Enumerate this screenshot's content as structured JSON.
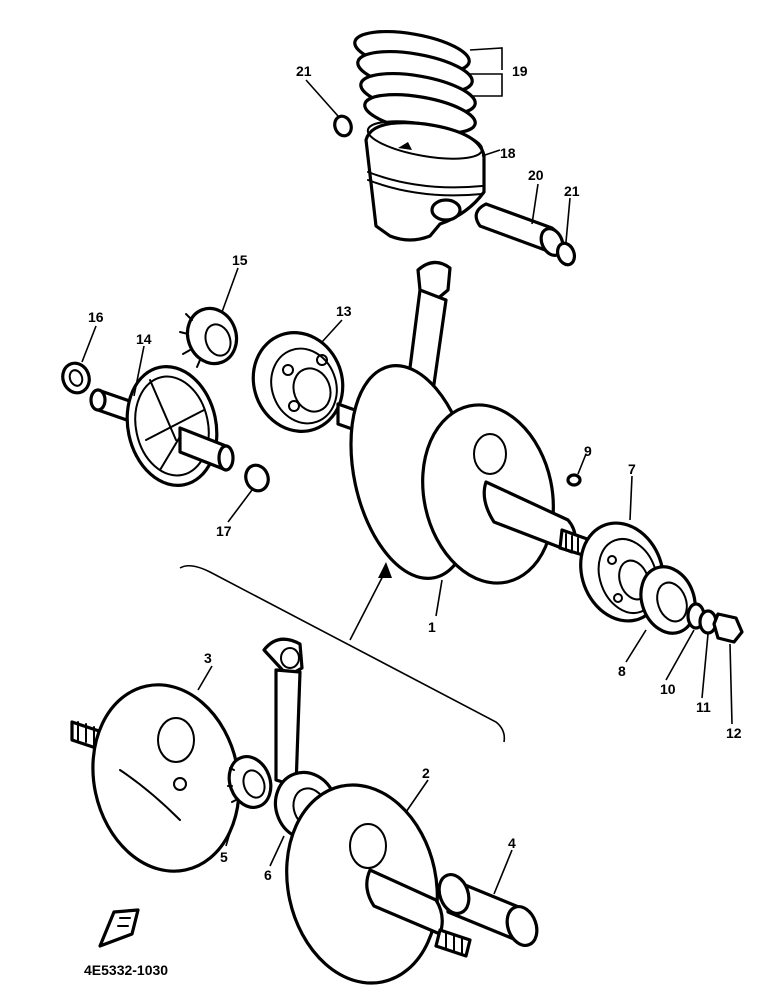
{
  "drawing_code": "4E5332-1030",
  "callouts": [
    {
      "id": "c1",
      "text": "1"
    },
    {
      "id": "c2",
      "text": "2"
    },
    {
      "id": "c3",
      "text": "3"
    },
    {
      "id": "c4",
      "text": "4"
    },
    {
      "id": "c5",
      "text": "5"
    },
    {
      "id": "c6",
      "text": "6"
    },
    {
      "id": "c7",
      "text": "7"
    },
    {
      "id": "c8",
      "text": "8"
    },
    {
      "id": "c9",
      "text": "9"
    },
    {
      "id": "c10",
      "text": "10"
    },
    {
      "id": "c11",
      "text": "11"
    },
    {
      "id": "c12",
      "text": "12"
    },
    {
      "id": "c13",
      "text": "13"
    },
    {
      "id": "c14",
      "text": "14"
    },
    {
      "id": "c15",
      "text": "15"
    },
    {
      "id": "c16",
      "text": "16"
    },
    {
      "id": "c17",
      "text": "17"
    },
    {
      "id": "c18",
      "text": "18"
    },
    {
      "id": "c19",
      "text": "19"
    },
    {
      "id": "c20",
      "text": "20"
    },
    {
      "id": "c21a",
      "text": "21"
    },
    {
      "id": "c21b",
      "text": "21"
    }
  ]
}
